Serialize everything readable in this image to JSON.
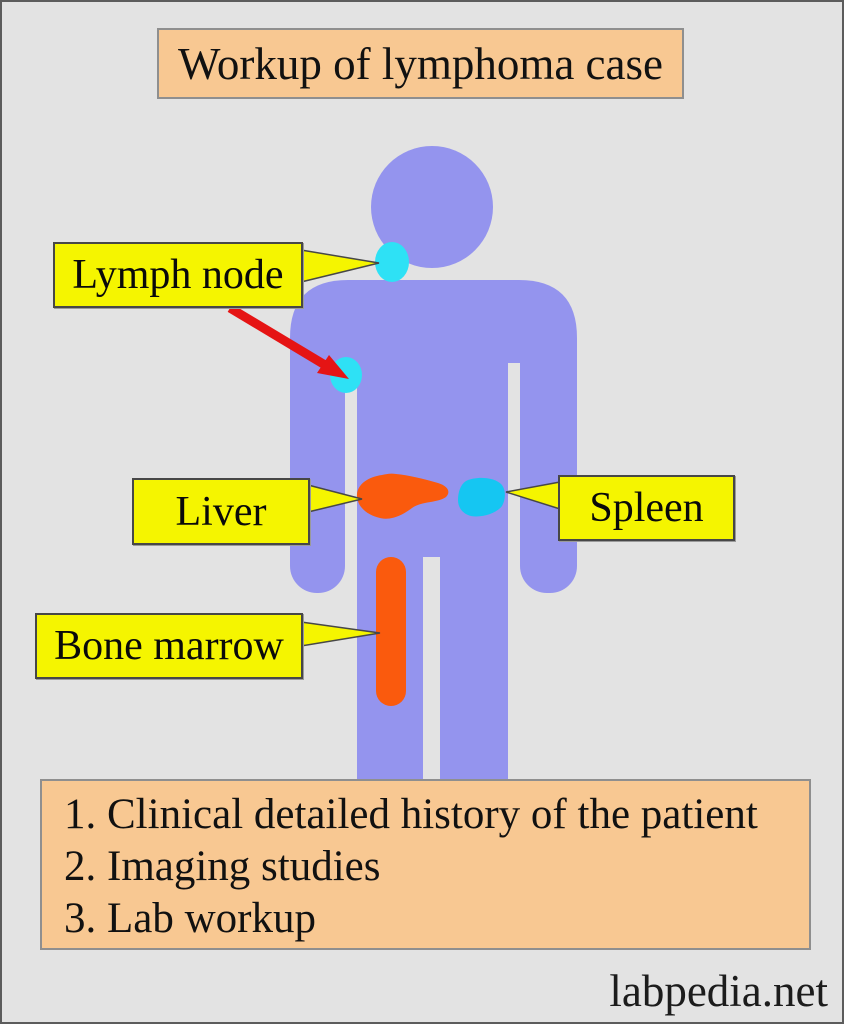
{
  "title": {
    "text": "Workup of lymphoma case"
  },
  "callouts": {
    "lymph_node": {
      "label": "Lymph node"
    },
    "liver": {
      "label": "Liver"
    },
    "spleen": {
      "label": "Spleen"
    },
    "bone_marrow": {
      "label": "Bone marrow"
    }
  },
  "workup_list": {
    "items": [
      "1. Clinical detailed history of the patient",
      "2. Imaging studies",
      "3. Lab workup"
    ]
  },
  "watermark": {
    "text": "labpedia.net"
  },
  "colors": {
    "background": "#e3e3e3",
    "body": "#9494ee",
    "organ_orange": "#fa5a0d",
    "lymph_node_cyan": "#2ee1f5",
    "spleen_blue": "#15c6f2",
    "callout_yellow": "#f5f500",
    "panel_peach": "#f8c892",
    "arrow_red": "#e51414"
  }
}
